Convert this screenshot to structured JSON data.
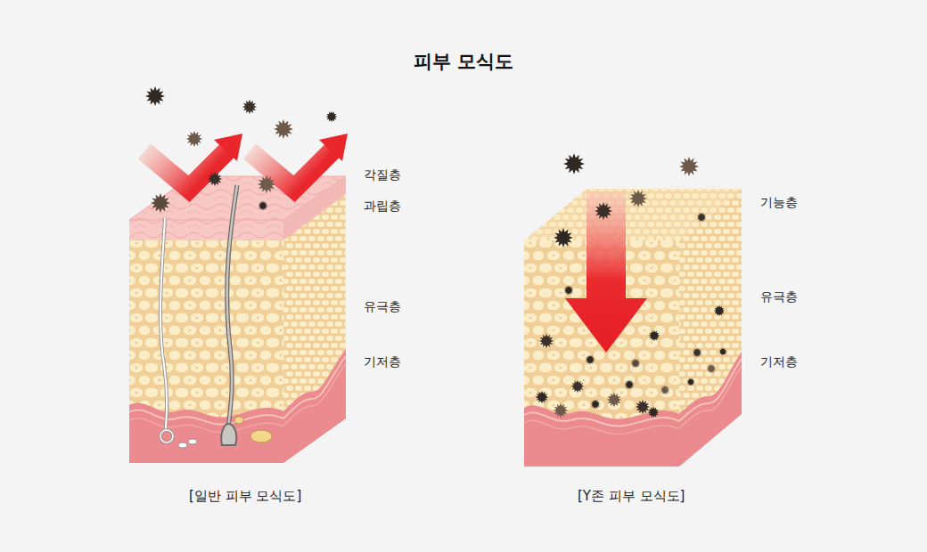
{
  "diagram": {
    "title": "피부 모식도",
    "labels": [
      "각질층",
      "과립층",
      "유극층",
      "기저층",
      "기능층",
      "유극층",
      "기저층",
      "[일반 피부 모식도]",
      "[Y존 피부 모식도]"
    ]
  }
}
